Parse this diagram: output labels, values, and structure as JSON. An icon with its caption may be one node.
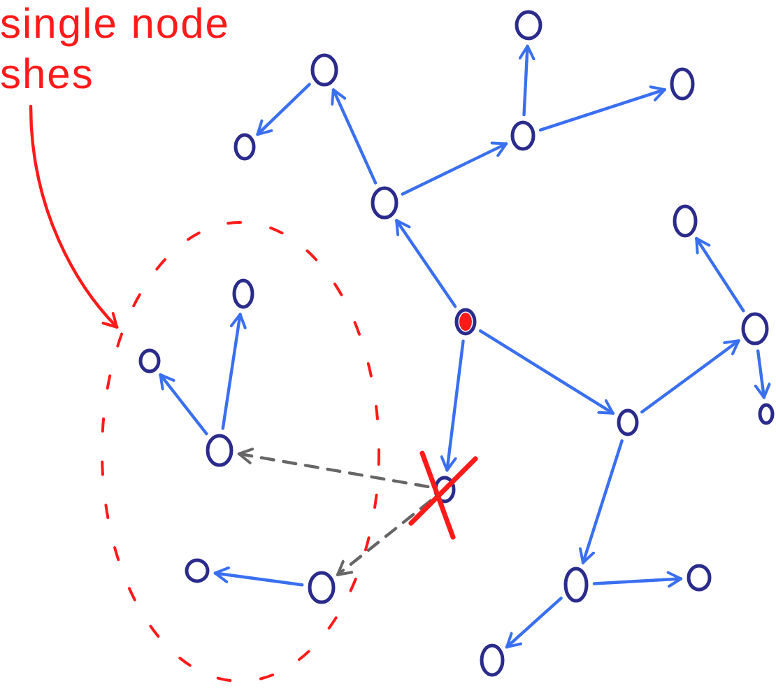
{
  "diagram": {
    "nodes": [
      {
        "text": [
          "single node shes"
        ]
      },
      {
        "text": [],
        "shape": "circle"
      },
      {
        "text": [],
        "shape": "circle"
      },
      {
        "text": [],
        "shape": "circle"
      },
      {
        "text": [],
        "shape": "circle"
      },
      {
        "text": [],
        "shape": "circle"
      },
      {
        "text": [],
        "shape": "circle"
      },
      {
        "text": [],
        "shape": "circle"
      },
      {
        "text": [],
        "shape": "ellipse"
      },
      {
        "text": [],
        "shape": "circle",
        "in": 8
      },
      {
        "text": [],
        "shape": "circle"
      },
      {
        "text": [],
        "shape": "circle"
      },
      {
        "text": [],
        "shape": "circle",
        "in": 8
      },
      {
        "text": [],
        "shape": "circle"
      },
      {
        "text": [],
        "shape": "circle"
      },
      {
        "text": [],
        "shape": "circle",
        "in": 8
      },
      {
        "text": [],
        "shape": "circle"
      },
      {
        "text": [],
        "shape": "circle",
        "in": 8
      },
      {
        "text": [],
        "shape": "circle",
        "in": 8
      },
      {
        "text": [],
        "shape": "circle"
      },
      {
        "text": [],
        "shape": "circle"
      },
      {
        "text": [],
        "shape": "circle"
      }
    ],
    "edges": [
      {
        "from": 6,
        "to": 1,
        "arrow": "to"
      },
      {
        "from": 1,
        "to": 4,
        "arrow": "to"
      },
      {
        "from": 6,
        "to": 5,
        "arrow": "to"
      },
      {
        "from": 5,
        "to": 2,
        "arrow": "to"
      },
      {
        "from": 5,
        "to": 3,
        "arrow": "to"
      },
      {
        "from": 10,
        "to": 6,
        "arrow": "to"
      },
      {
        "from": 10,
        "to": 13,
        "arrow": "to"
      },
      {
        "from": 10,
        "to": 16,
        "arrow": "to"
      },
      {
        "from": 13,
        "to": 11,
        "arrow": "to"
      },
      {
        "from": 11,
        "to": 7,
        "arrow": "to"
      },
      {
        "from": 11,
        "to": 14,
        "arrow": "to"
      },
      {
        "from": 13,
        "to": 19,
        "arrow": "to"
      },
      {
        "from": 19,
        "to": 20,
        "arrow": "to"
      },
      {
        "from": 19,
        "to": 21,
        "arrow": "to"
      },
      {
        "from": 15,
        "to": 9,
        "arrow": "to"
      },
      {
        "from": 15,
        "to": 12,
        "arrow": "to"
      },
      {
        "from": 16,
        "to": 15,
        "arrow": "to",
        "style": "dashed",
        "color": "#666666"
      },
      {
        "from": 16,
        "to": 18,
        "arrow": "to",
        "style": "dashed",
        "color": "#666666"
      },
      {
        "from": 18,
        "to": 17,
        "arrow": "to"
      },
      {
        "from": 0,
        "to": 8,
        "arrow": "to",
        "color": "#ff1a1a"
      }
    ]
  }
}
